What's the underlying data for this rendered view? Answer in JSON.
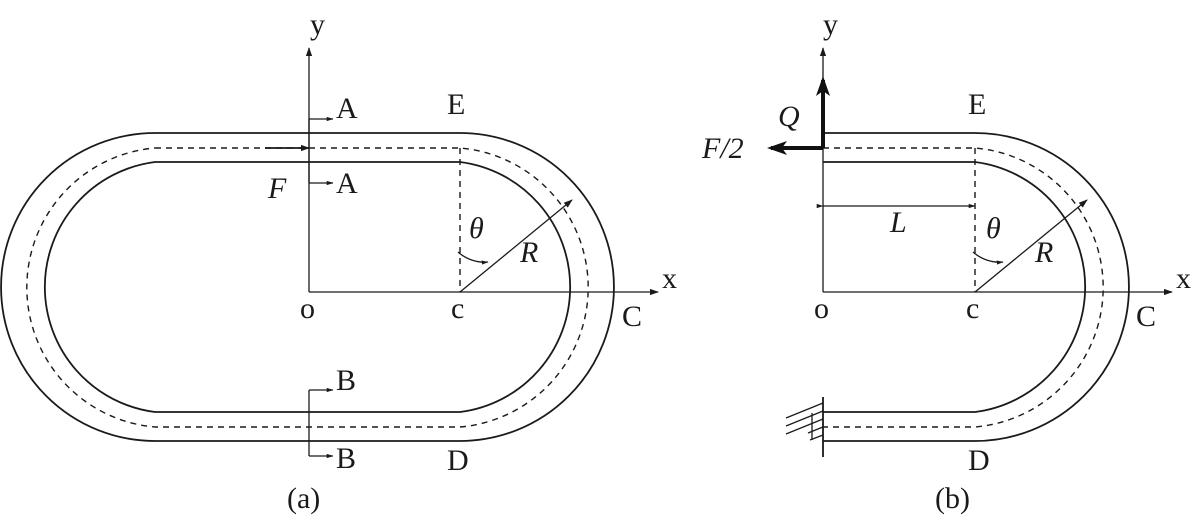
{
  "panel_a": {
    "caption": "(a)",
    "labels": {
      "y": "y",
      "x": "x",
      "o": "o",
      "c": "c",
      "A_top": "A",
      "A_bottom": "A",
      "B_top": "B",
      "B_bottom": "B",
      "E": "E",
      "D": "D",
      "C": "C",
      "F": "F",
      "theta": "θ",
      "R": "R"
    }
  },
  "panel_b": {
    "caption": "(b)",
    "labels": {
      "y": "y",
      "x": "x",
      "o": "o",
      "c": "c",
      "E": "E",
      "D": "D",
      "C": "C",
      "Q": "Q",
      "F2": "F/2",
      "L": "L",
      "theta": "θ",
      "R": "R"
    }
  }
}
